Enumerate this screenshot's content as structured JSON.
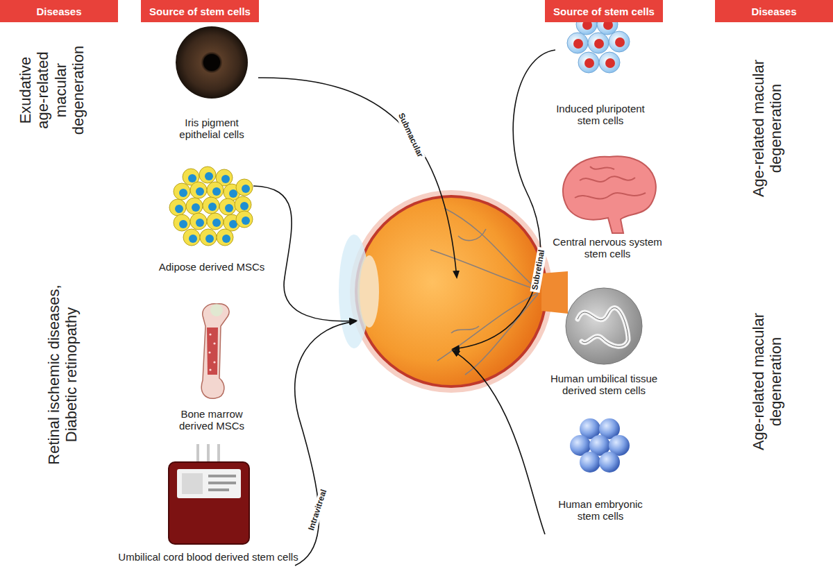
{
  "diagram": {
    "nodes": [
      {
        "text": [
          "Diseases"
        ]
      },
      {
        "text": [
          "Source of stem cells"
        ]
      },
      {
        "text": [
          "Source of stem cells"
        ]
      },
      {
        "text": [
          "Diseases"
        ]
      }
    ],
    "labels": [
      "Exudative age-related macular degeneration",
      "Iris pigment epithelial cells",
      "Adipose derived MSCs",
      "Bone marrow derived MSCs",
      "Umbilical cord blood derived stem cells",
      "Retinal ischemic diseases, Diabetic retinopathy",
      "Submacular",
      "Intravitreal",
      "Subretinal",
      "Induced pluripotent stem cells",
      "Central nervous system stem cells",
      "Human umbilical tissue derived stem cells",
      "Human embryonic stem cells",
      "Age-related macular degeneration",
      "Age-related macular degeneration"
    ]
  }
}
